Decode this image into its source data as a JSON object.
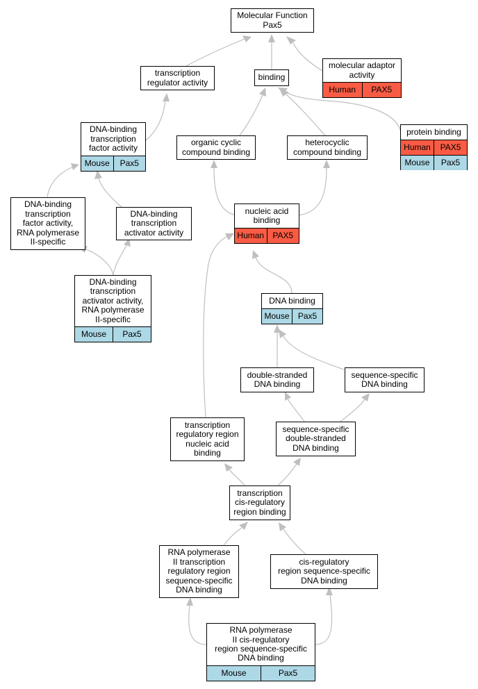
{
  "colors": {
    "human": "#fa5b44",
    "mouse": "#add8e6",
    "edge": "#bfbfbf"
  },
  "nodes": {
    "mf": {
      "label": "Molecular Function\nPax5",
      "rows": []
    },
    "tra": {
      "label": "transcription\nregulator activity",
      "rows": []
    },
    "bind": {
      "label": "binding",
      "rows": []
    },
    "mad": {
      "label": "molecular adaptor\nactivity",
      "rows": [
        [
          "Human",
          "PAX5"
        ]
      ]
    },
    "dbt": {
      "label": "DNA-binding\ntranscription\nfactor activity",
      "rows": [
        [
          "Mouse",
          "Pax5"
        ]
      ]
    },
    "ocb": {
      "label": "organic cyclic\ncompound binding",
      "rows": []
    },
    "hcb": {
      "label": "heterocyclic\ncompound binding",
      "rows": []
    },
    "pb": {
      "label": "protein binding",
      "rows": [
        [
          "Human",
          "PAX5"
        ],
        [
          "Mouse",
          "Pax5"
        ]
      ]
    },
    "dbr": {
      "label": "DNA-binding\ntranscription\nfactor activity,\nRNA polymerase\nII-specific",
      "rows": []
    },
    "dta": {
      "label": "DNA-binding\ntranscription\nactivator activity",
      "rows": []
    },
    "nab": {
      "label": "nucleic acid\nbinding",
      "rows": [
        [
          "Human",
          "PAX5"
        ]
      ]
    },
    "dtar": {
      "label": "DNA-binding\ntranscription\nactivator activity,\nRNA polymerase\nII-specific",
      "rows": [
        [
          "Mouse",
          "Pax5"
        ]
      ]
    },
    "db": {
      "label": "DNA binding",
      "rows": [
        [
          "Mouse",
          "Pax5"
        ]
      ]
    },
    "dsb": {
      "label": "double-stranded\nDNA binding",
      "rows": []
    },
    "ssb": {
      "label": "sequence-specific\nDNA binding",
      "rows": []
    },
    "trr": {
      "label": "transcription\nregulatory region\nnucleic acid\nbinding",
      "rows": []
    },
    "ssds": {
      "label": "sequence-specific\ndouble-stranded\nDNA binding",
      "rows": []
    },
    "tcr": {
      "label": "transcription\ncis-regulatory\nregion binding",
      "rows": []
    },
    "rp2": {
      "label": "RNA polymerase\nII transcription\nregulatory region\nsequence-specific\nDNA binding",
      "rows": []
    },
    "crr": {
      "label": "cis-regulatory\nregion sequence-specific\nDNA binding",
      "rows": []
    },
    "rp2c": {
      "label": "RNA polymerase\nII cis-regulatory\nregion sequence-specific\nDNA binding",
      "rows": [
        [
          "Mouse",
          "Pax5"
        ]
      ]
    }
  }
}
